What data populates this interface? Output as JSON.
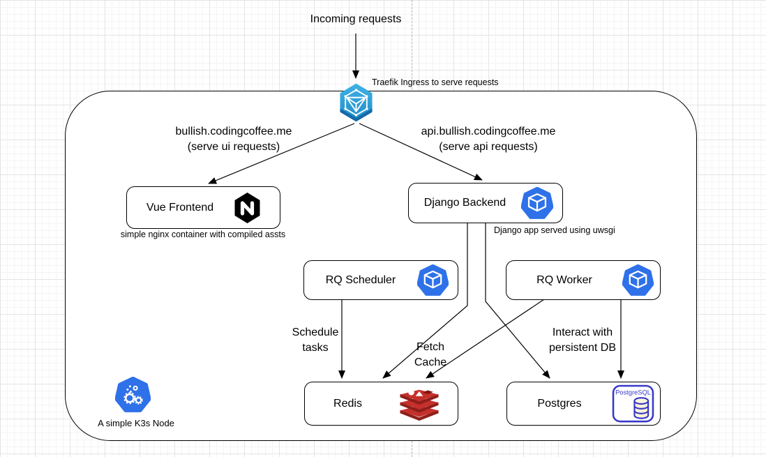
{
  "labels": {
    "incoming": "Incoming requests",
    "ingress_caption": "Traefik Ingress to serve requests"
  },
  "routes": {
    "ui": {
      "domain": "bullish.codingcoffee.me",
      "purpose": "(serve ui requests)"
    },
    "api": {
      "domain": "api.bullish.codingcoffee.me",
      "purpose": "(serve api requests)"
    }
  },
  "nodes": {
    "vue": {
      "label": "Vue Frontend",
      "icon": "nginx-icon",
      "caption": "simple nginx container with compiled assts"
    },
    "django": {
      "label": "Django Backend",
      "icon": "kubernetes-pod-icon",
      "caption": "Django app served using uwsgi"
    },
    "rq_scheduler": {
      "label": "RQ Scheduler",
      "icon": "kubernetes-pod-icon"
    },
    "rq_worker": {
      "label": "RQ Worker",
      "icon": "kubernetes-pod-icon"
    },
    "redis": {
      "label": "Redis",
      "icon": "redis-icon"
    },
    "postgres": {
      "label": "Postgres",
      "icon": "postgresql-icon",
      "icon_text": "PostgreSQL"
    }
  },
  "edges": {
    "schedule": "Schedule tasks",
    "fetch": "Fetch Cache",
    "persist": "Interact with persistent DB"
  },
  "cluster": {
    "caption": "A simple K3s Node",
    "icon": "kubernetes-node-icon"
  },
  "colors": {
    "pod_blue": "#2E71E8",
    "ingress_blue": "#2BA7DF",
    "ingress_dark_blue": "#1569A9",
    "nginx_black": "#000000",
    "redis_red": "#C6302B",
    "redis_dark_red": "#8E1F1B",
    "postgres_blue": "#3838C8",
    "connector_black": "#000000"
  }
}
